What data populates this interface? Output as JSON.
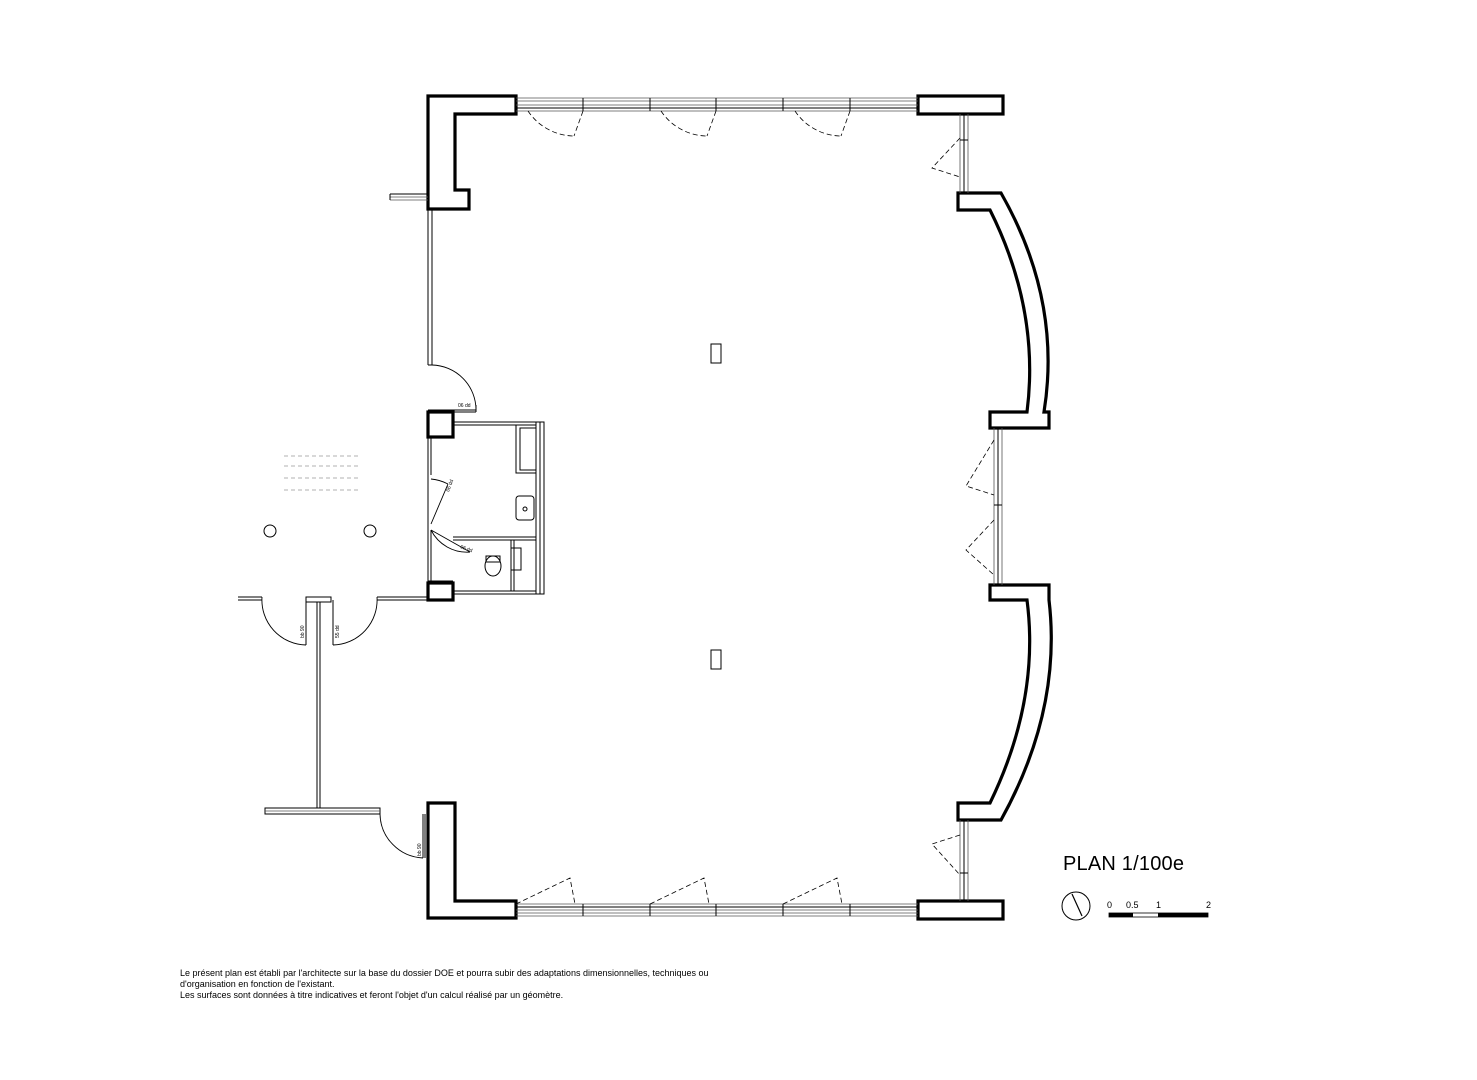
{
  "plan": {
    "title": "PLAN 1/100e",
    "scale_labels": [
      "0",
      "0.5",
      "1",
      "2"
    ],
    "door_labels": [
      "06 dd",
      "06 dd",
      "06 dd",
      "bb 90",
      "55 dd",
      "bb 90"
    ],
    "notes": [
      "Le présent plan est établi par l'architecte sur la base du dossier DOE et pourra subir des adaptations dimensionnelles, techniques ou",
      "d'organisation en fonction de l'existant.",
      "Les surfaces sont données à titre indicatives et feront l'objet d'un calcul réalisé par un géomètre."
    ]
  }
}
